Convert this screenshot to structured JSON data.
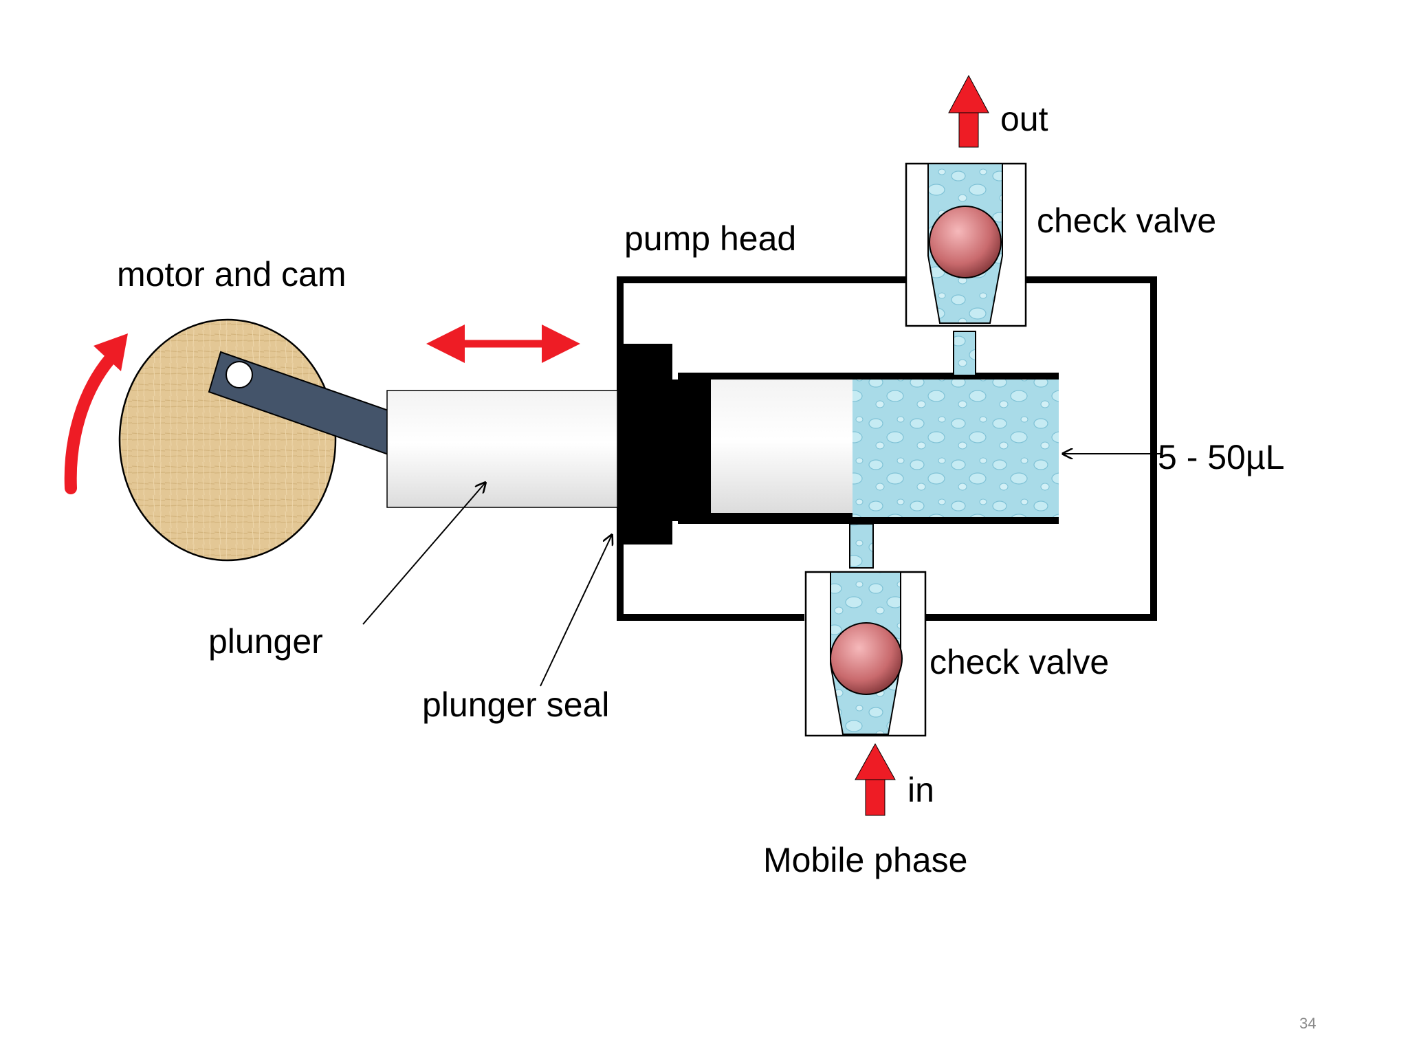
{
  "labels": {
    "motor_and_cam": "motor and cam",
    "pump_head": "pump head",
    "check_valve_top": "check valve",
    "check_valve_bottom": "check valve",
    "out": "out",
    "in": "in",
    "volume": "5 - 50µL",
    "plunger": "plunger",
    "plunger_seal": "plunger seal",
    "mobile_phase": "Mobile phase"
  },
  "page_number": "34",
  "colors": {
    "arrow_red": "#ee1c25",
    "liquid": "#a8dce8",
    "cam": "#e2c695",
    "connecting_rod": "#44546a",
    "ball": "#d9777a",
    "seal": "#000000"
  },
  "icons": {
    "rotation_arrow": "curved-arrow-icon",
    "reciprocation_arrow": "double-headed-arrow-icon",
    "flow_out_arrow": "up-arrow-icon",
    "flow_in_arrow": "up-arrow-icon"
  }
}
